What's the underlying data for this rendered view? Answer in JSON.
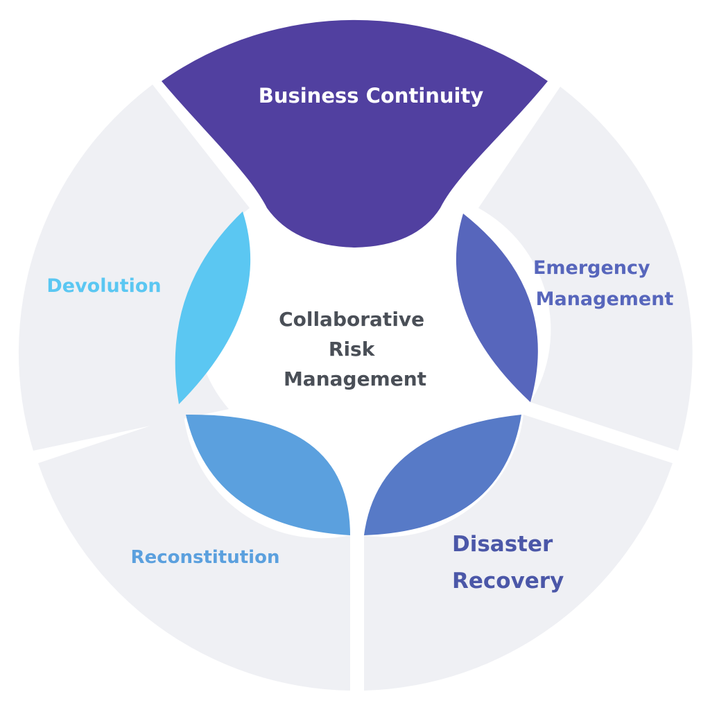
{
  "diagram": {
    "center": {
      "lines": [
        "Collaborative",
        "Risk",
        "Management"
      ],
      "color": "#4a4f57"
    },
    "segments": [
      {
        "key": "business_continuity",
        "lines": [
          "Business Continuity"
        ],
        "outer_fill": "#5140a0",
        "text_color": "#ffffff",
        "highlighted": true
      },
      {
        "key": "emergency_management",
        "lines": [
          "Emergency",
          "Management"
        ],
        "outer_fill": "#eff0f4",
        "petal_fill": "#5766bc",
        "text_color": "#5766bc"
      },
      {
        "key": "disaster_recovery",
        "lines": [
          "Disaster",
          "Recovery"
        ],
        "outer_fill": "#eff0f4",
        "petal_fill": "#577ac7",
        "text_color": "#4b57a8"
      },
      {
        "key": "reconstitution",
        "lines": [
          "Reconstitution"
        ],
        "outer_fill": "#eff0f4",
        "petal_fill": "#5ba0de",
        "text_color": "#5ba0de"
      },
      {
        "key": "devolution",
        "lines": [
          "Devolution"
        ],
        "outer_fill": "#eff0f4",
        "petal_fill": "#5bc7f2",
        "text_color": "#5bc7f2"
      }
    ]
  }
}
